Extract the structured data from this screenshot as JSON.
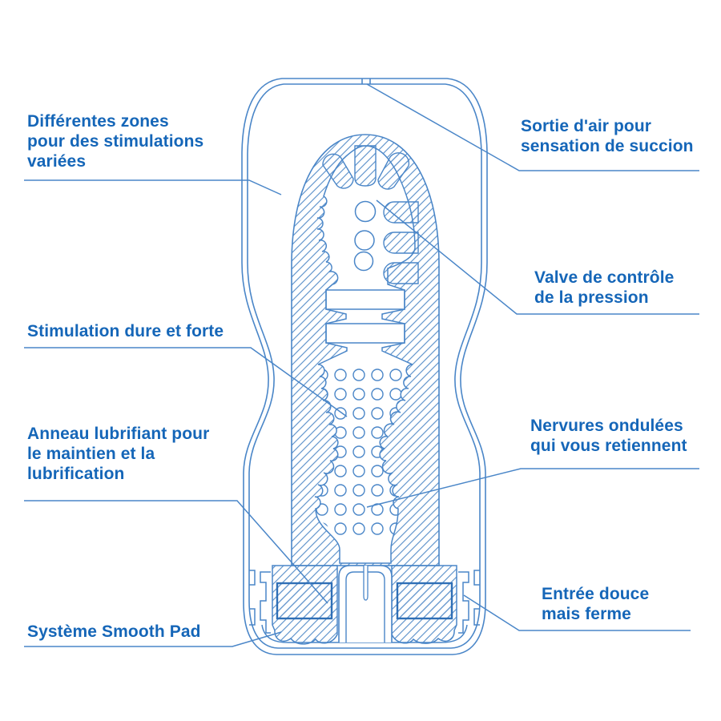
{
  "meta": {
    "kind": "product cutaway diagram",
    "language": "fr"
  },
  "colors": {
    "label_text": "#1566b8",
    "outline": "#4a86c8",
    "hatch": "#6597cd",
    "block_border": "#2f6fb6",
    "background": "#ffffff"
  },
  "callouts": [
    {
      "id": "zones",
      "lines": [
        "Différentes zones",
        "pour des stimulations",
        "variées"
      ]
    },
    {
      "id": "air",
      "lines": [
        "Sortie d'air pour",
        "sensation de succion"
      ]
    },
    {
      "id": "valve",
      "lines": [
        "Valve de contrôle",
        "de la pression"
      ]
    },
    {
      "id": "stim",
      "lines": [
        "Stimulation dure et forte"
      ]
    },
    {
      "id": "anneau",
      "lines": [
        "Anneau lubrifiant pour",
        "le maintien et la",
        "lubrification"
      ]
    },
    {
      "id": "nervures",
      "lines": [
        "Nervures ondulées",
        "qui vous retiennent"
      ]
    },
    {
      "id": "entree",
      "lines": [
        "Entrée douce",
        "mais ferme"
      ]
    },
    {
      "id": "smooth",
      "lines": [
        "Système Smooth Pad"
      ]
    }
  ]
}
